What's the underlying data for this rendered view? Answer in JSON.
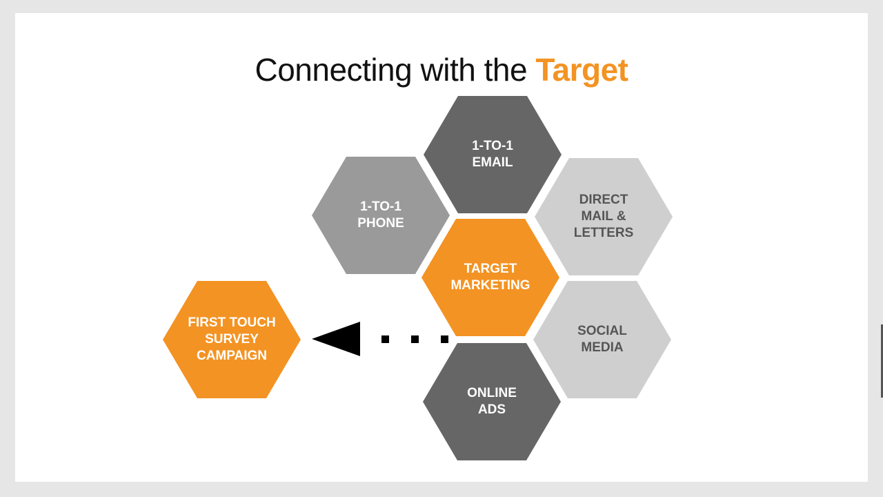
{
  "title": {
    "prefix": "Connecting with the ",
    "accent": "Target"
  },
  "colors": {
    "accent": "#f39323",
    "dark_gray": "#666666",
    "medium_gray": "#9a9a9a",
    "light_gray": "#cfcfcf",
    "text_light": "#ffffff",
    "text_dark": "#555555"
  },
  "hexagons": [
    {
      "id": "email",
      "label": "1-TO-1\nEMAIL"
    },
    {
      "id": "phone",
      "label": "1-TO-1\nPHONE"
    },
    {
      "id": "direct_mail",
      "label": "DIRECT\nMAIL &\nLETTERS"
    },
    {
      "id": "target_marketing",
      "label": "TARGET\nMARKETING"
    },
    {
      "id": "social_media",
      "label": "SOCIAL\nMEDIA"
    },
    {
      "id": "online_ads",
      "label": "ONLINE\nADS"
    },
    {
      "id": "first_touch",
      "label": "FIRST TOUCH\nSURVEY\nCAMPAIGN"
    }
  ]
}
